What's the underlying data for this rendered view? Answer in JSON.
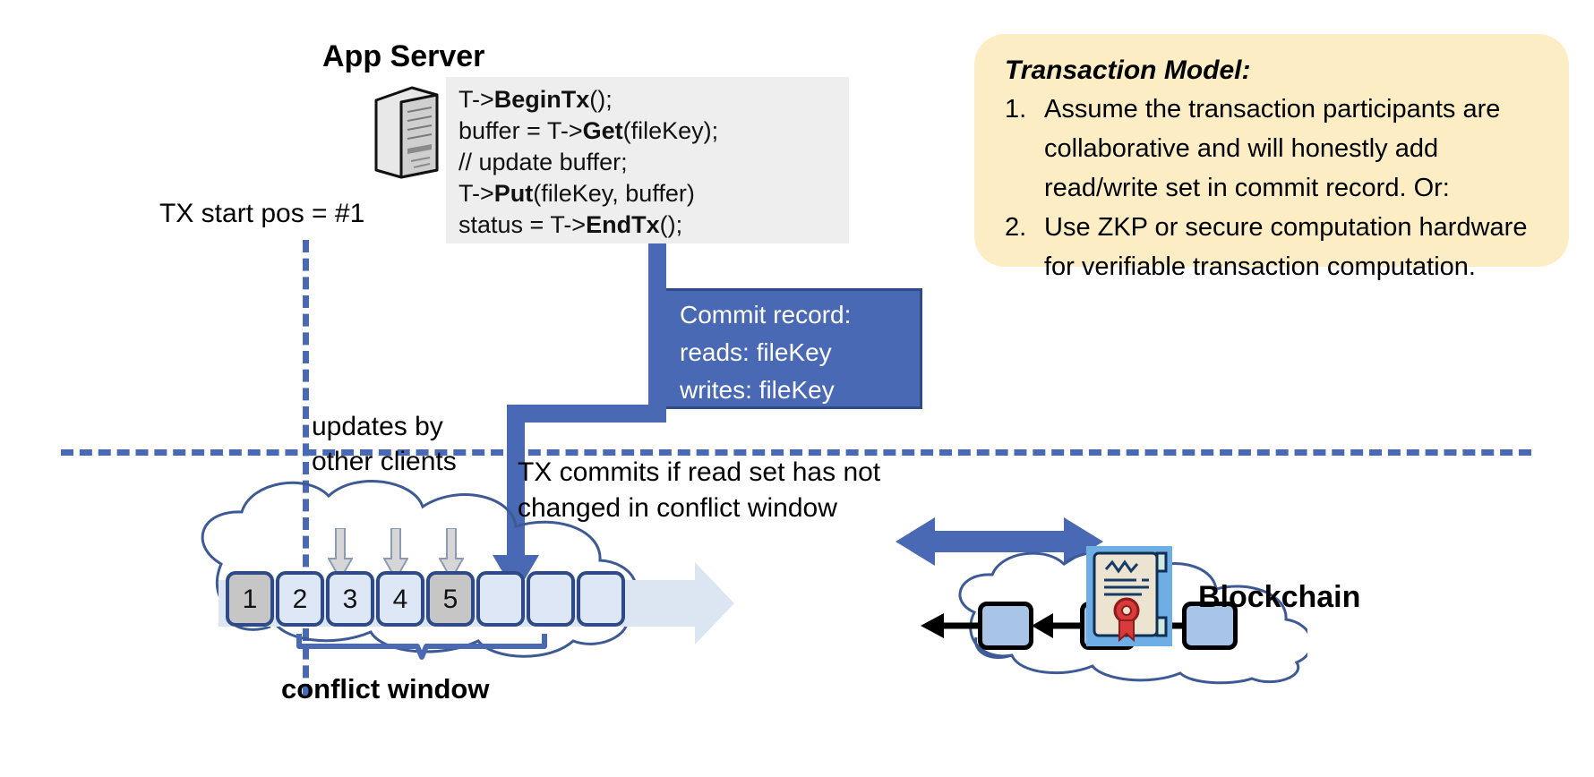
{
  "diagram": {
    "app_server": {
      "title": "App Server",
      "icon": "server-icon",
      "code_lines": [
        {
          "pre": "T->",
          "bold": "BeginTx",
          "post": "();"
        },
        {
          "pre": "buffer = T->",
          "bold": "Get",
          "post": "(fileKey);"
        },
        {
          "pre": "// update buffer;",
          "bold": "",
          "post": ""
        },
        {
          "pre": "T->",
          "bold": "Put",
          "post": "(fileKey, buffer)"
        },
        {
          "pre": "status = T->",
          "bold": "EndTx",
          "post": "();"
        }
      ]
    },
    "tx_start_pos_label": "TX start pos = #1",
    "commit_record": {
      "title": "Commit record:",
      "reads": "reads: fileKey",
      "writes": "writes: fileKey"
    },
    "transaction_model": {
      "heading": "Transaction Model:",
      "items": [
        {
          "number": "1.",
          "text": "Assume the transaction participants are collaborative and will honestly add read/write set in commit record.  Or:"
        },
        {
          "number": "2.",
          "text": "Use ZKP or secure computation hardware for verifiable transaction computation."
        }
      ]
    },
    "updates_label_line1": "updates by",
    "updates_label_line2": "other clients",
    "tx_commits_note_line1": "TX commits if read set has not",
    "tx_commits_note_line2": "changed in conflict window",
    "conflict_window_label": "conflict window",
    "log_blocks": [
      {
        "label": "1",
        "state": "filled"
      },
      {
        "label": "2",
        "state": "empty"
      },
      {
        "label": "3",
        "state": "empty"
      },
      {
        "label": "4",
        "state": "empty"
      },
      {
        "label": "5",
        "state": "filled"
      },
      {
        "label": "",
        "state": "empty"
      },
      {
        "label": "",
        "state": "empty"
      },
      {
        "label": "",
        "state": "empty"
      }
    ],
    "blockchain": {
      "label": "Blockchain",
      "cert_icon": "certificate-icon",
      "block_count": 3
    },
    "colors": {
      "accent_blue": "#4a69b5",
      "dark_blue_border": "#2e4a87",
      "code_bg": "#eeeeee",
      "callout_yellow": "#fcedc4",
      "block_light": "#dde7f6",
      "block_filled": "#c6c6c6",
      "bc_block": "#a8c4e6",
      "cloud_stroke": "#3d5a95",
      "cert_bg": "#6eaee4",
      "seal_red": "#d93a3a"
    }
  }
}
